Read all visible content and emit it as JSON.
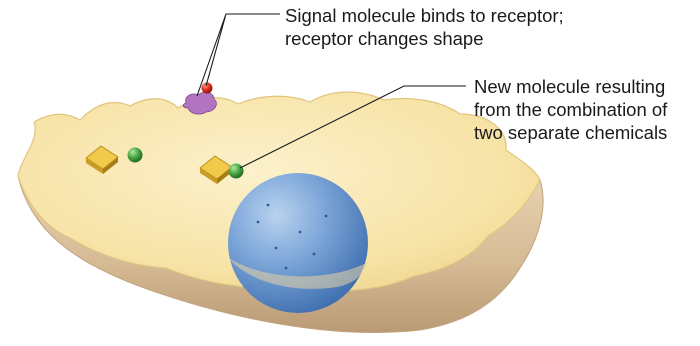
{
  "labels": {
    "receptor": {
      "line1": "Signal molecule binds to receptor;",
      "line2": "receptor changes shape"
    },
    "new_molecule": {
      "line1": "New molecule resulting",
      "line2": "from the combination of",
      "line3": "two separate chemicals"
    }
  },
  "colors": {
    "cytoplasm": "#f8e6ae",
    "membrane_side": "#d9bf9b",
    "nucleus": "#5f8fcb",
    "receptor": "#a86bb8",
    "signal_molecule": "#d6281e",
    "chemical_cube": "#f0c64a",
    "chemical_sphere": "#3d9e3f"
  }
}
